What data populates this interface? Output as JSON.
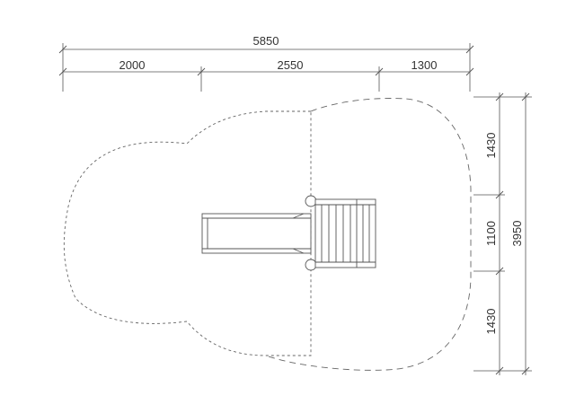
{
  "dimensions": {
    "total_width": "5850",
    "segments_width": [
      "2000",
      "2550",
      "1300"
    ],
    "total_depth": "3950",
    "segments_depth": [
      "1430",
      "1100",
      "1430"
    ]
  },
  "colors": {
    "line": "#555555",
    "text": "#333333",
    "background": "#ffffff"
  }
}
